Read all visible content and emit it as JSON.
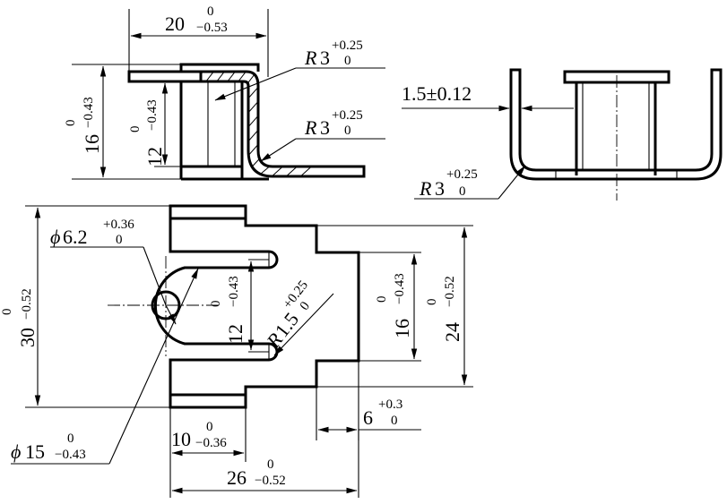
{
  "drawing": {
    "front_view": {
      "width": {
        "nominal": "20",
        "upper": "0",
        "lower": "−0.53"
      },
      "overall_height": {
        "nominal": "16",
        "upper": "0",
        "lower": "−0.43"
      },
      "inner_height": {
        "nominal": "12",
        "upper": "0",
        "lower": "−0.43"
      },
      "bend_radius_top": {
        "symbol": "R",
        "nominal": "3",
        "upper": "+0.25",
        "lower": "0"
      },
      "bend_radius_bottom": {
        "symbol": "R",
        "nominal": "3",
        "upper": "+0.25",
        "lower": "0"
      }
    },
    "side_view": {
      "thickness": {
        "text": "1.5±0.12"
      },
      "bend_radius": {
        "symbol": "R",
        "nominal": "3",
        "upper": "+0.25",
        "lower": "0"
      }
    },
    "top_view": {
      "hole_dia": {
        "symbol": "ϕ",
        "nominal": "6.2",
        "upper": "+0.36",
        "lower": "0"
      },
      "outer_dia": {
        "symbol": "ϕ",
        "nominal": "15",
        "upper": "0",
        "lower": "−0.43"
      },
      "overall_height": {
        "nominal": "30",
        "upper": "0",
        "lower": "−0.52"
      },
      "slot_span": {
        "nominal": "12",
        "upper": "0",
        "lower": "−0.43"
      },
      "slot_radius": {
        "symbol": "R",
        "nominal": "1.5",
        "upper": "+0.25",
        "lower": "0"
      },
      "tab_height": {
        "nominal": "16",
        "upper": "0",
        "lower": "−0.43"
      },
      "body_height": {
        "nominal": "24",
        "upper": "0",
        "lower": "−0.52"
      },
      "tab_width": {
        "nominal": "6",
        "upper": "+0.3",
        "lower": "0"
      },
      "left_width": {
        "nominal": "10",
        "upper": "0",
        "lower": "−0.36"
      },
      "overall_width": {
        "nominal": "26",
        "upper": "0",
        "lower": "−0.52"
      }
    }
  }
}
